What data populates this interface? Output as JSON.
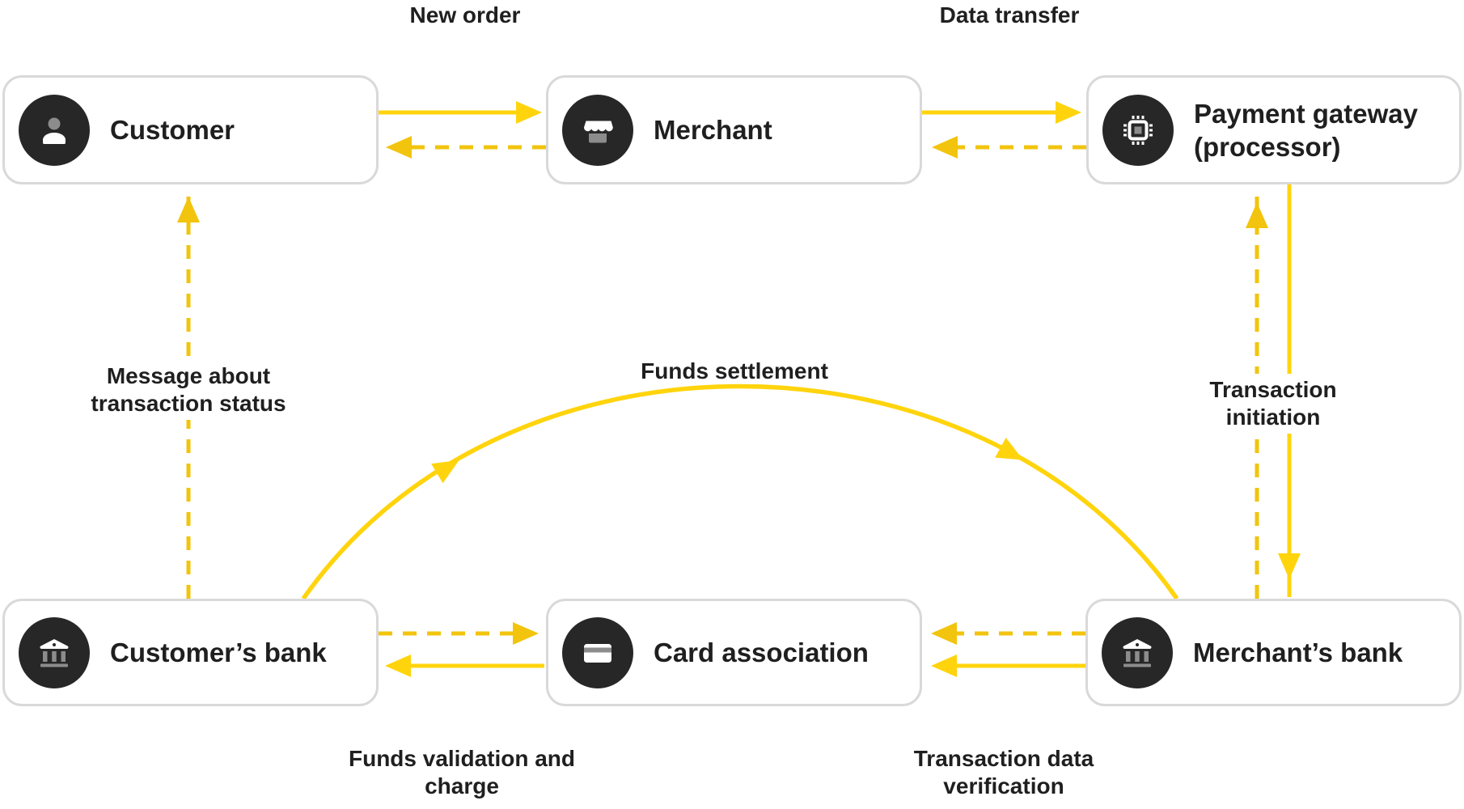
{
  "colors": {
    "solid_arrow": "#FFD40D",
    "dashed_arrow": "#F2C40E",
    "box_border": "#D9D9D9",
    "icon_background": "#272727",
    "icon_accent": "#8C8C8C",
    "text": "#1F1F1F",
    "background": "#FFFFFF"
  },
  "nodes": {
    "customer": {
      "label": "Customer",
      "icon": "person-icon"
    },
    "merchant": {
      "label": "Merchant",
      "icon": "storefront-icon"
    },
    "gateway": {
      "label_line1": "Payment gateway",
      "label_line2": "(processor)",
      "icon": "chip-icon"
    },
    "customers_bank": {
      "label": "Customer’s bank",
      "icon": "bank-icon"
    },
    "card_association": {
      "label": "Card association",
      "icon": "credit-card-icon"
    },
    "merchants_bank": {
      "label": "Merchant’s bank",
      "icon": "bank-icon"
    }
  },
  "edge_labels": {
    "new_order": "New order",
    "data_transfer": "Data transfer",
    "message_status_line1": "Message about",
    "message_status_line2": "transaction status",
    "funds_settlement": "Funds settlement",
    "transaction_initiation_line1": "Transaction",
    "transaction_initiation_line2": "initiation",
    "funds_validation_line1": "Funds validation and",
    "funds_validation_line2": "charge",
    "transaction_verification_line1": "Transaction data",
    "transaction_verification_line2": "verification"
  },
  "edges": [
    {
      "from": "Customer",
      "to": "Merchant",
      "style": "solid",
      "label": "New order"
    },
    {
      "from": "Merchant",
      "to": "Customer",
      "style": "dashed"
    },
    {
      "from": "Merchant",
      "to": "Payment gateway (processor)",
      "style": "solid",
      "label": "Data transfer"
    },
    {
      "from": "Payment gateway (processor)",
      "to": "Merchant",
      "style": "dashed"
    },
    {
      "from": "Customer’s bank",
      "to": "Customer",
      "style": "dashed",
      "label": "Message about transaction status"
    },
    {
      "from": "Payment gateway (processor)",
      "to": "Merchant’s bank",
      "style": "solid",
      "label": "Transaction initiation"
    },
    {
      "from": "Merchant’s bank",
      "to": "Payment gateway (processor)",
      "style": "dashed"
    },
    {
      "from": "Customer’s bank",
      "to": "Card association",
      "style": "dashed"
    },
    {
      "from": "Card association",
      "to": "Customer’s bank",
      "style": "solid",
      "label": "Funds validation and charge"
    },
    {
      "from": "Merchant’s bank",
      "to": "Card association",
      "style": "dashed"
    },
    {
      "from": "Merchant’s bank",
      "to": "Card association",
      "style": "solid",
      "label": "Transaction data verification"
    },
    {
      "from": "Customer’s bank",
      "to": "Merchant’s bank",
      "style": "solid",
      "shape": "arc",
      "label": "Funds settlement"
    }
  ]
}
